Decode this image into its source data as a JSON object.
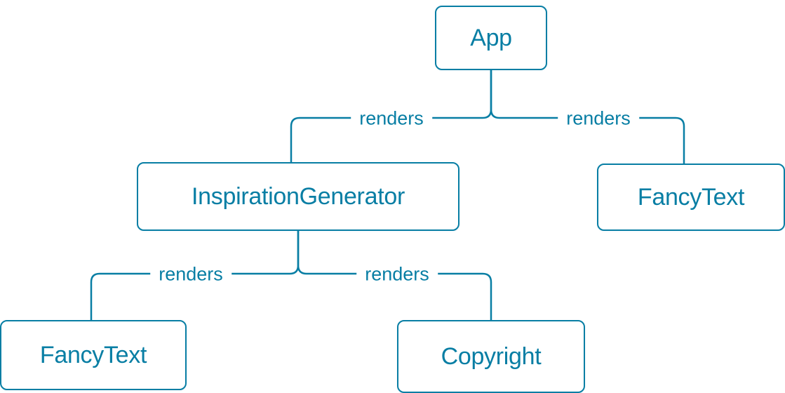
{
  "diagram": {
    "accent_color": "#087ea4",
    "background_color": "#ffffff",
    "nodes": [
      {
        "id": "app",
        "label": "App"
      },
      {
        "id": "inspiration-generator",
        "label": "InspirationGenerator"
      },
      {
        "id": "fancy-text-top-right",
        "label": "FancyText"
      },
      {
        "id": "fancy-text-bottom-left",
        "label": "FancyText"
      },
      {
        "id": "copyright",
        "label": "Copyright"
      }
    ],
    "edges": [
      {
        "from": "app",
        "to": "inspiration-generator",
        "label": "renders"
      },
      {
        "from": "app",
        "to": "fancy-text-top-right",
        "label": "renders"
      },
      {
        "from": "inspiration-generator",
        "to": "fancy-text-bottom-left",
        "label": "renders"
      },
      {
        "from": "inspiration-generator",
        "to": "copyright",
        "label": "renders"
      }
    ]
  }
}
